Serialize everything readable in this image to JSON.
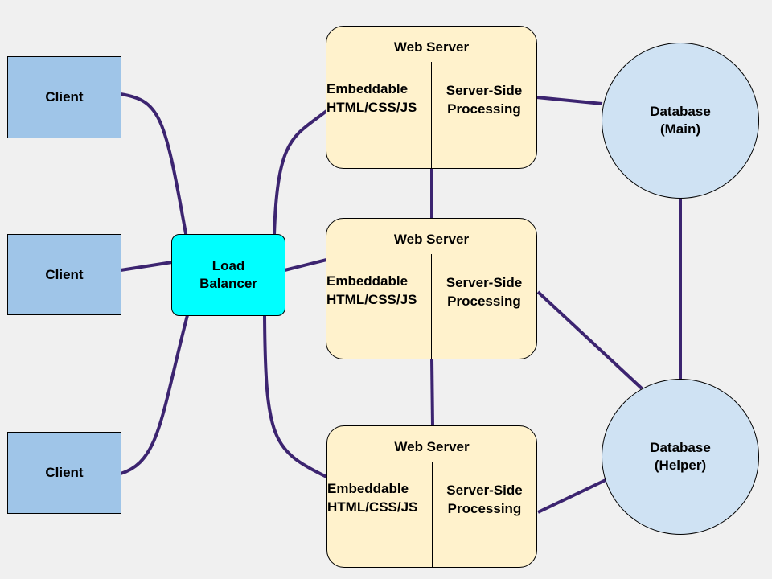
{
  "colors": {
    "background": "#f0f0f0",
    "client_fill": "#9fc5e8",
    "load_balancer_fill": "#00ffff",
    "server_fill": "#fff2cc",
    "database_fill": "#cfe2f3",
    "connector": "#3c2470"
  },
  "clients": [
    {
      "label": "Client"
    },
    {
      "label": "Client"
    },
    {
      "label": "Client"
    }
  ],
  "load_balancer": {
    "line1": "Load",
    "line2": "Balancer"
  },
  "servers": [
    {
      "title": "Web Server",
      "left_line1": "Embeddable",
      "left_line2": "HTML/CSS/JS",
      "right_line1": "Server-Side",
      "right_line2": "Processing"
    },
    {
      "title": "Web Server",
      "left_line1": "Embeddable",
      "left_line2": "HTML/CSS/JS",
      "right_line1": "Server-Side",
      "right_line2": "Processing"
    },
    {
      "title": "Web Server",
      "left_line1": "Embeddable",
      "left_line2": "HTML/CSS/JS",
      "right_line1": "Server-Side",
      "right_line2": "Processing"
    }
  ],
  "databases": [
    {
      "line1": "Database",
      "line2": "(Main)"
    },
    {
      "line1": "Database",
      "line2": "(Helper)"
    }
  ]
}
